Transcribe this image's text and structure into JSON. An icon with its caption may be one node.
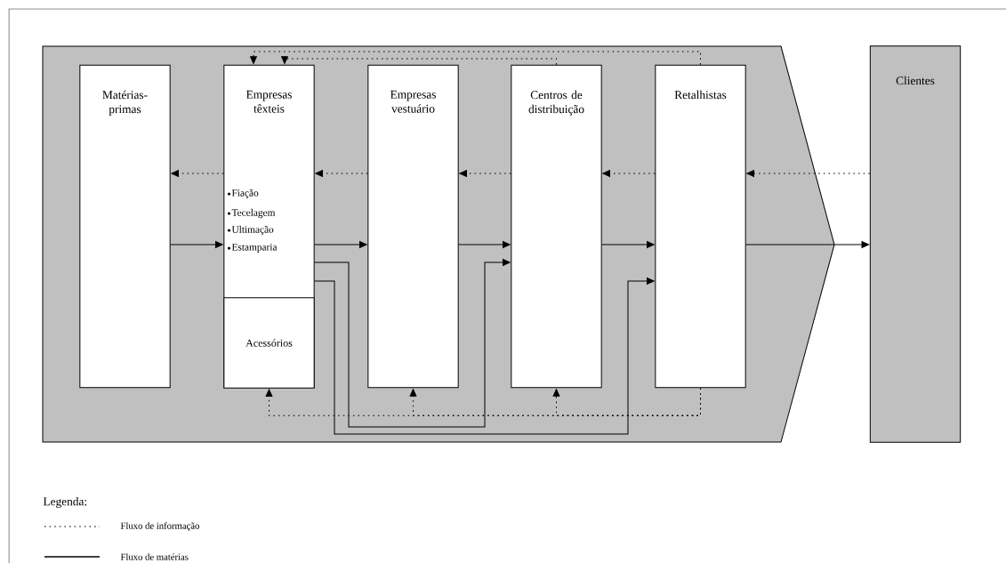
{
  "diagram": {
    "nodes": [
      {
        "text": [],
        "shape": "pentagon"
      },
      {
        "text": [
          "Matérias-primas"
        ],
        "in": 0
      },
      {
        "text": [
          "Empresas têxteis",
          "Fiação",
          "Tecelagem",
          "Ultimação",
          "Estamparia"
        ],
        "in": 0
      },
      {
        "text": [
          "Acessórios"
        ],
        "in": 2
      },
      {
        "text": [
          "Empresas vestuário"
        ],
        "in": 0
      },
      {
        "text": [
          "Centros de distribuição"
        ],
        "in": 0
      },
      {
        "text": [
          "Retalhistas"
        ],
        "in": 0
      },
      {
        "text": [
          "Clientes"
        ]
      }
    ],
    "edges": [
      {
        "from": 2,
        "to": 1,
        "arrow": "to",
        "style": "dashed"
      },
      {
        "from": 4,
        "to": 2,
        "arrow": "to",
        "style": "dashed"
      },
      {
        "from": 5,
        "to": 4,
        "arrow": "to",
        "style": "dashed"
      },
      {
        "from": 6,
        "to": 5,
        "arrow": "to",
        "style": "dashed"
      },
      {
        "from": 7,
        "to": 6,
        "arrow": "to",
        "style": "dashed"
      },
      {
        "from": 5,
        "to": 2,
        "arrow": "to",
        "style": "dashed"
      },
      {
        "from": 6,
        "to": 2,
        "arrow": "to",
        "style": "dashed"
      },
      {
        "from": 1,
        "to": 2,
        "arrow": "to"
      },
      {
        "from": 2,
        "to": 4,
        "arrow": "to"
      },
      {
        "from": 4,
        "to": 5,
        "arrow": "to"
      },
      {
        "from": 5,
        "to": 6,
        "arrow": "to"
      },
      {
        "from": 6,
        "to": 7,
        "arrow": "to"
      },
      {
        "from": 2,
        "to": 5,
        "arrow": "to"
      },
      {
        "from": 2,
        "to": 6,
        "arrow": "to"
      },
      {
        "from": 6,
        "to": 3,
        "arrow": "to",
        "style": "dashed"
      },
      {
        "from": 6,
        "to": 4,
        "arrow": "to",
        "style": "dashed"
      },
      {
        "from": 6,
        "to": 5,
        "arrow": "to",
        "style": "dashed"
      }
    ],
    "labels": [
      "Legenda:"
    ],
    "legend": [
      {
        "text": "Fluxo de informação"
      },
      {
        "text": "Fluxo de matérias"
      }
    ]
  }
}
